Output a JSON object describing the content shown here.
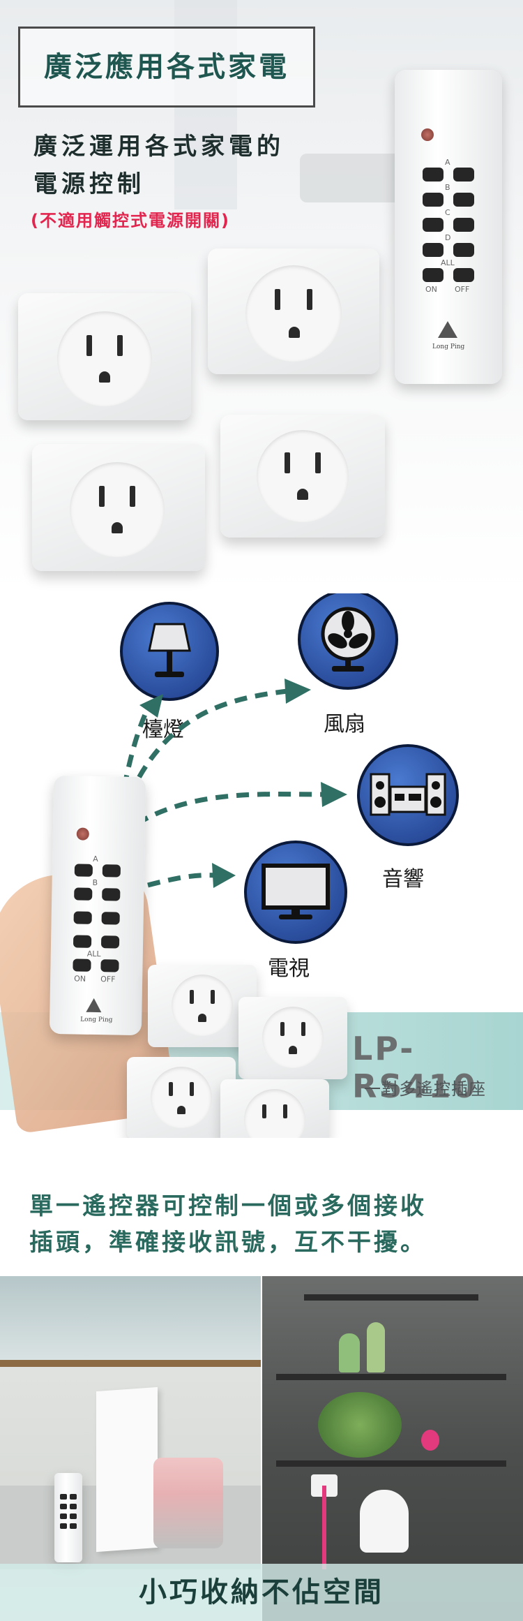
{
  "section1": {
    "title": "廣泛應用各式家電",
    "subtitle_line1": "廣泛運用各式家電的",
    "subtitle_line2": "電源控制",
    "note": "(不適用觸控式電源開關)"
  },
  "remote": {
    "row_labels": [
      "A",
      "B",
      "C",
      "D",
      "ALL"
    ],
    "on_label": "ON",
    "off_label": "OFF",
    "brand": "Long Ping"
  },
  "section2": {
    "appliances": [
      {
        "label": "檯燈",
        "icon": "lamp-icon"
      },
      {
        "label": "風扇",
        "icon": "fan-icon"
      },
      {
        "label": "音響",
        "icon": "stereo-icon"
      },
      {
        "label": "電視",
        "icon": "tv-icon"
      }
    ],
    "model": "LP-RS410",
    "model_subtitle": "一對多遙控插座",
    "accent_color": "#2f6f64"
  },
  "section3": {
    "line1": "單一遙控器可控制一個或多個接收",
    "line2": "插頭，準確接收訊號，互不干擾。"
  },
  "section4": {
    "caption": "小巧收納不佔空間"
  }
}
